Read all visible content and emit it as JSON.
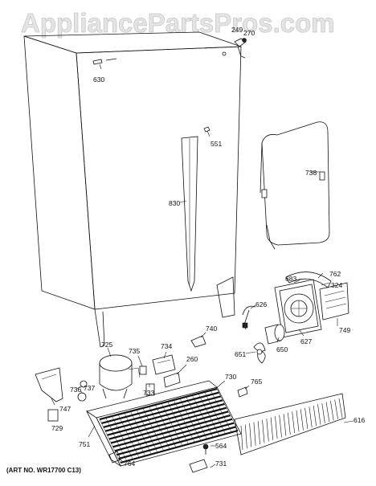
{
  "watermark": "AppliancePartsPros.com",
  "art_number": "(ART NO. WR17700 C13)",
  "callouts": [
    {
      "id": "c249",
      "text": "249"
    },
    {
      "id": "c270",
      "text": "270"
    },
    {
      "id": "c630",
      "text": "630"
    },
    {
      "id": "c551",
      "text": "551"
    },
    {
      "id": "c738",
      "text": "738"
    },
    {
      "id": "c830",
      "text": "830"
    },
    {
      "id": "c762",
      "text": "762"
    },
    {
      "id": "c683",
      "text": "683"
    },
    {
      "id": "c324",
      "text": "324"
    },
    {
      "id": "c626",
      "text": "626"
    },
    {
      "id": "c749",
      "text": "749"
    },
    {
      "id": "c740",
      "text": "740"
    },
    {
      "id": "c627",
      "text": "627"
    },
    {
      "id": "c651",
      "text": "651"
    },
    {
      "id": "c650",
      "text": "650"
    },
    {
      "id": "c725",
      "text": "725"
    },
    {
      "id": "c735",
      "text": "735"
    },
    {
      "id": "c734",
      "text": "734"
    },
    {
      "id": "c260",
      "text": "260"
    },
    {
      "id": "c730",
      "text": "730"
    },
    {
      "id": "c765",
      "text": "765"
    },
    {
      "id": "c736",
      "text": "736"
    },
    {
      "id": "c737",
      "text": "737"
    },
    {
      "id": "c733",
      "text": "733"
    },
    {
      "id": "c747",
      "text": "747"
    },
    {
      "id": "c616",
      "text": "616"
    },
    {
      "id": "c729",
      "text": "729"
    },
    {
      "id": "c751",
      "text": "751"
    },
    {
      "id": "c764",
      "text": "764"
    },
    {
      "id": "c564",
      "text": "564"
    },
    {
      "id": "c731",
      "text": "731"
    }
  ]
}
